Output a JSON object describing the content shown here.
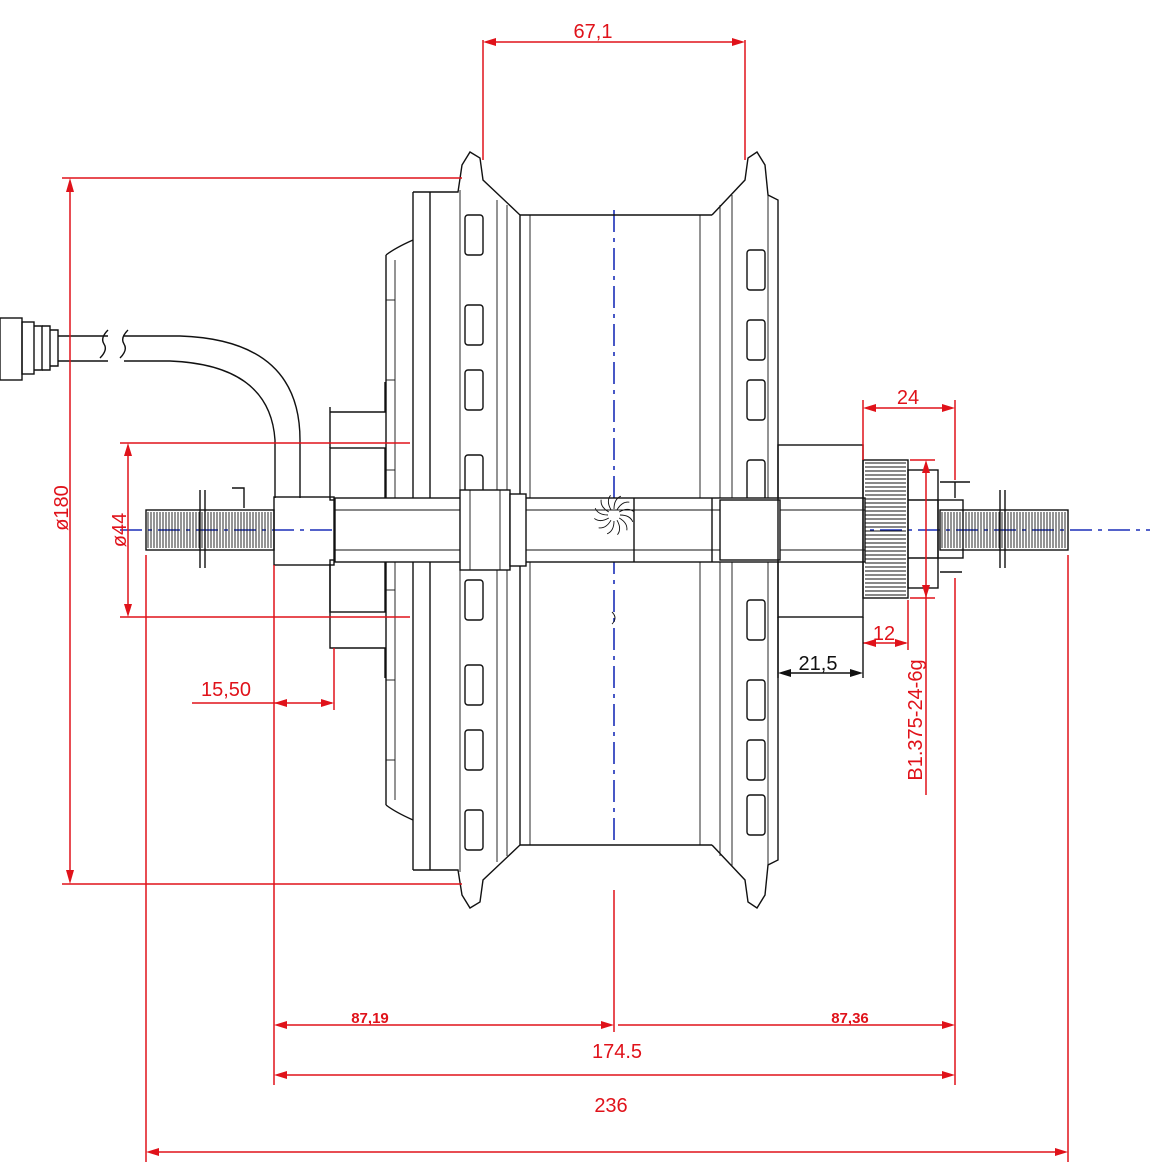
{
  "dimensions": {
    "flange_spacing": "67,1",
    "diameter_outer": "ø180",
    "diameter_hub": "ø44",
    "left_offset": "15,50",
    "axle_step": "24",
    "thread_width": "12",
    "freewheel_offset": "21,5",
    "thread_spec": "B1.375-24-6g",
    "left_to_center": "87,19",
    "center_to_right": "87,36",
    "dropout_spacing": "174.5",
    "overall_axle_length": "236"
  },
  "colors": {
    "outline": "#111111",
    "dimension": "#e0121a",
    "centerline": "#1a2fb8"
  }
}
